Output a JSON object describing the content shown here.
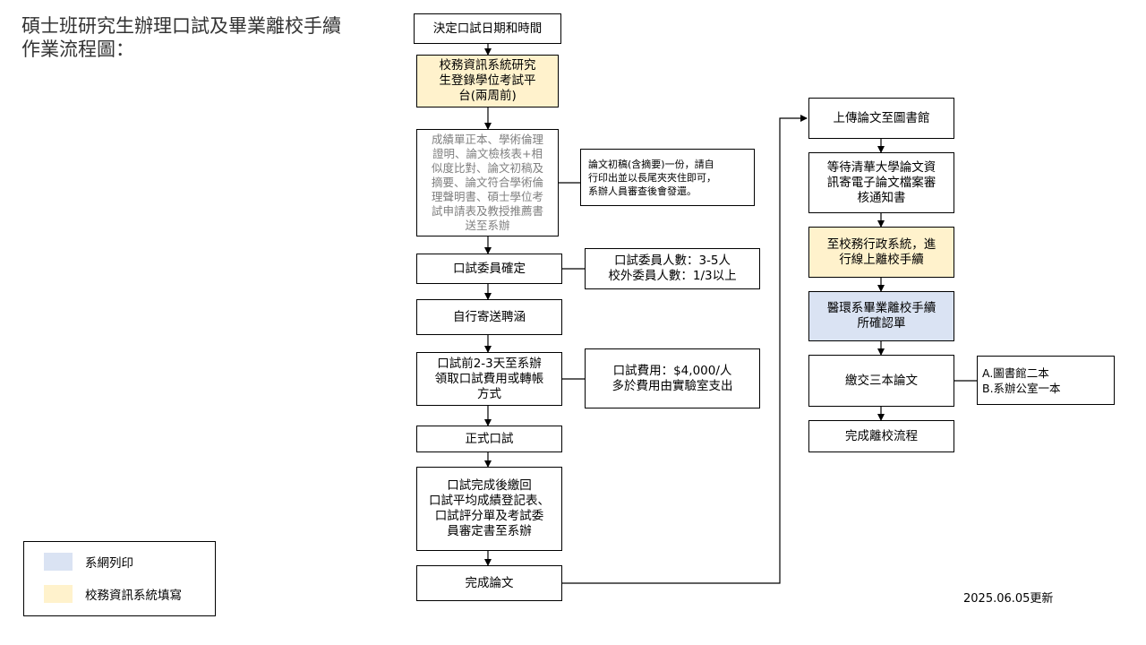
{
  "title": "碩士班研究生辦理口試及畢業離校手續\n作業流程圖：",
  "steps": {
    "decide_date": "決定口試日期和時間",
    "register_exam": "校務資訊系統研究\n生登錄學位考試平\n台(兩周前)",
    "submit_docs": "成績單正本、學術倫理\n證明、論文檢核表+相\n似度比對、論文初稿及\n摘要、論文符合學術倫\n理聲明書、碩士學位考\n試申請表及教授推薦書\n送至系辦",
    "committee": "口試委員確定",
    "send_letters": "自行寄送聘涵",
    "collect_fees": "口試前2-3天至系辦\n領取口試費用或轉帳\n方式",
    "formal_exam": "正式口試",
    "return_forms": "口試完成後繳回\n口試平均成績登記表、\n口試評分單及考試委\n員審定書至系辦",
    "complete_thesis": "完成論文",
    "upload_library": "上傳論文至圖書館",
    "wait_notice": "等待清華大學論文資\n訊寄電子論文檔案審\n核通知書",
    "online_leave": "至校務行政系統，進\n行線上離校手續",
    "confirm_sheet": "醫環系畢業離校手續\n所確認單",
    "submit_copies": "繳交三本論文",
    "finish": "完成離校流程"
  },
  "notes": {
    "draft_note": "論文初稿(含摘要)一份，請自\n行印出並以長尾夾夾住即可，\n系辦人員審查後會發還。",
    "committee_note": "口試委員人數：3-5人\n校外委員人數：1/3以上",
    "fee_note": "口試費用：$4,000/人\n多於費用由實驗室支出",
    "copies_note": "A.圖書館二本\nB.系辦公室一本"
  },
  "legend": {
    "items": [
      {
        "label": "系網列印",
        "color": "#dae3f3"
      },
      {
        "label": "校務資訊系統填寫",
        "color": "#fff2cc"
      }
    ]
  },
  "updated": "2025.06.05更新"
}
